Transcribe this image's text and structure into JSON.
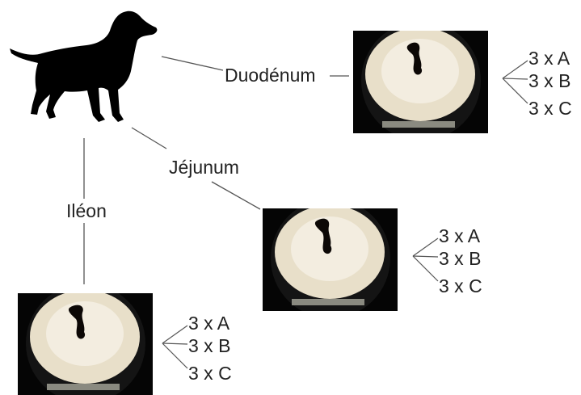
{
  "labels": {
    "duodenum": "Duodénum",
    "jejunum": "Jéjunum",
    "ileum": "Iléon"
  },
  "samples": {
    "duodenum": [
      "3 x A",
      "3 x B",
      "3 x C"
    ],
    "jejunum": [
      "3 x A",
      "3 x B",
      "3 x C"
    ],
    "ileum": [
      "3 x A",
      "3 x B",
      "3 x C"
    ]
  },
  "colors": {
    "silhouette": "#000000",
    "connector": "#555555",
    "text": "#222222",
    "photo_background": "#050505",
    "tissue": "#e8dfc9",
    "lumen": "#0c0806",
    "ruler": "#8a8a80"
  },
  "icons": {
    "animal": "dog-silhouette-icon",
    "specimen": "intestine-cross-section-photo"
  }
}
